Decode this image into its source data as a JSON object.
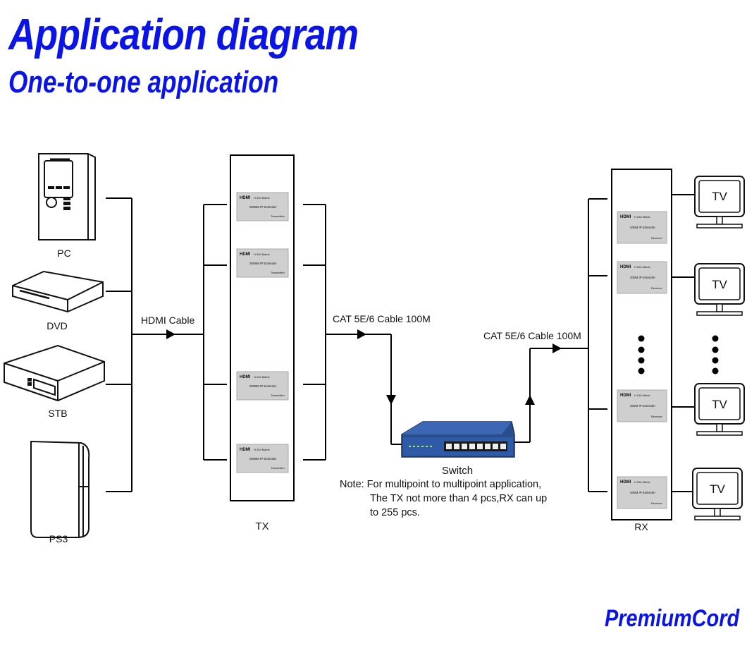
{
  "header": {
    "title": "Application diagram",
    "subtitle": "One-to-one application"
  },
  "sources": [
    {
      "label": "PC",
      "icon": "pc-tower-icon"
    },
    {
      "label": "DVD",
      "icon": "dvd-player-icon"
    },
    {
      "label": "STB",
      "icon": "set-top-box-icon"
    },
    {
      "label": "PS3",
      "icon": "ps3-console-icon"
    }
  ],
  "cables": {
    "hdmi": "HDMI Cable",
    "cat_tx": "CAT 5E/6 Cable 100M",
    "cat_rx": "CAT 5E/6 Cable 100M"
  },
  "tx": {
    "label": "TX",
    "unit_text": "2008M IP Extender",
    "unit_role": "Transmitter",
    "unit_brand": "HDMI"
  },
  "rx": {
    "label": "RX",
    "unit_text": "200M IP Extender",
    "unit_role": "Receiver",
    "unit_brand": "HDMI"
  },
  "switch": {
    "label": "Switch",
    "note_lines": [
      "Note: For multipoint to multipoint application,",
      "The TX not more than 4 pcs,RX can up",
      "to 255 pcs."
    ]
  },
  "tv_label": "TV",
  "footer": {
    "brand": "PremiumCord"
  },
  "colors": {
    "accent": "#0a14e6",
    "line": "#000000",
    "unit_fill": "#cfcfcf"
  }
}
